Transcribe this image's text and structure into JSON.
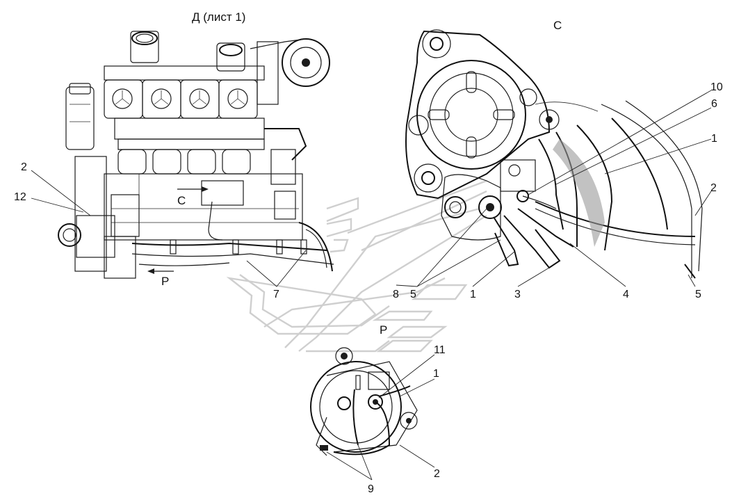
{
  "views": {
    "main_title": "Д (лист 1)",
    "detail_c": "С",
    "detail_p": "Р",
    "arrow_c": "С",
    "arrow_p": "Р"
  },
  "callouts": {
    "engine": {
      "c2": "2",
      "c12": "12",
      "c7": "7"
    },
    "detail_c": {
      "c10": "10",
      "c6": "6",
      "c1a": "1",
      "c2": "2",
      "c8": "8",
      "c5a": "5",
      "c1b": "1",
      "c3": "3",
      "c4": "4",
      "c5b": "5"
    },
    "detail_p": {
      "c11": "11",
      "c1": "1",
      "c2": "2",
      "c9": "9"
    }
  },
  "colors": {
    "line": "#1a1a1a",
    "ghost_leader": "#cfcfcf",
    "background": "#ffffff"
  }
}
